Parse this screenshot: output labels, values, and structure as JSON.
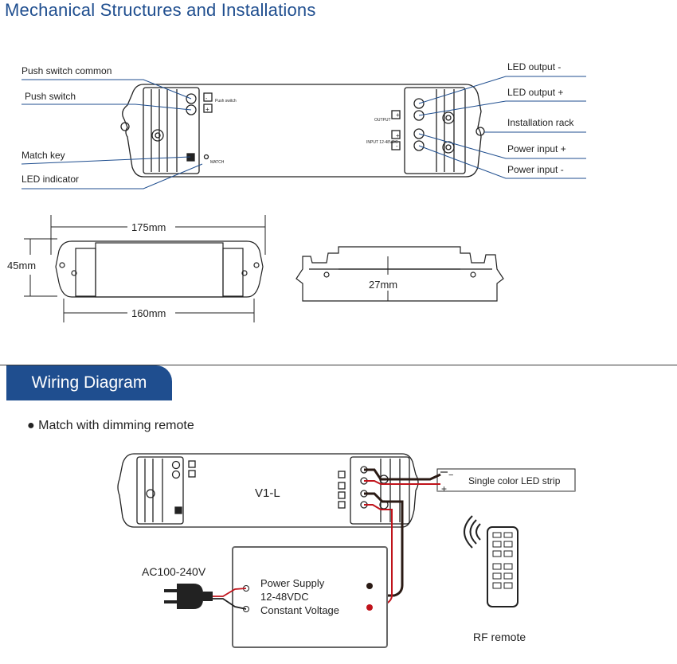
{
  "section1": {
    "title": "Mechanical Structures and Installations"
  },
  "callouts": {
    "push_switch_common": "Push switch common",
    "push_switch": "Push switch",
    "match_key": "Match key",
    "led_indicator": "LED indicator",
    "led_output_neg": "LED output -",
    "led_output_pos": "LED output +",
    "installation_rack": "Installation rack",
    "power_input_pos": "Power input +",
    "power_input_neg": "Power input -"
  },
  "dimensions": {
    "length_outer": "175mm",
    "length_inner": "160mm",
    "width": "45mm",
    "height": "27mm"
  },
  "device_labels": {
    "push_switch": "Push switch",
    "match": "MATCH",
    "output": "OUTPUT",
    "input": "INPUT 12-48VDC",
    "plus": "+",
    "minus": "-"
  },
  "section2": {
    "tab": "Wiring Diagram",
    "bullet": "● Match with dimming remote",
    "model": "V1-L",
    "led_strip": "Single color LED strip",
    "ac": "AC100-240V",
    "psu_line1": "Power Supply",
    "psu_line2": "12-48VDC",
    "psu_line3": "Constant Voltage",
    "rf_remote": "RF remote",
    "strip_minus": "−",
    "strip_plus": "+"
  }
}
